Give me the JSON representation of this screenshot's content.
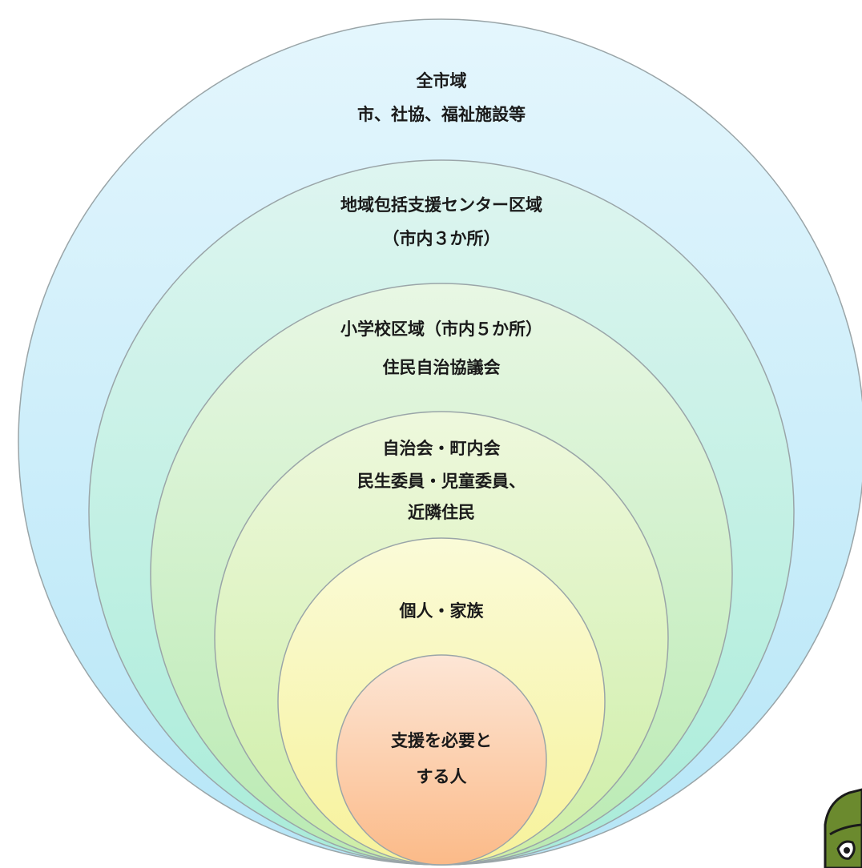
{
  "diagram": {
    "rings": [
      {
        "id": "city",
        "lines": [
          "全市域",
          "市、社協、福祉施設等"
        ]
      },
      {
        "id": "center-area",
        "lines": [
          "地域包括支援センター区域",
          "（市内３か所）"
        ]
      },
      {
        "id": "school-area",
        "lines": [
          "小学校区域（市内５か所）",
          "住民自治協議会"
        ]
      },
      {
        "id": "neighborhood",
        "lines": [
          "自治会・町内会",
          "民生委員・児童委員、",
          "近隣住民"
        ]
      },
      {
        "id": "family",
        "lines": [
          "個人・家族"
        ]
      },
      {
        "id": "person",
        "lines": [
          "支援を必要と",
          "する人"
        ]
      }
    ],
    "colors": {
      "city_top": "#e4f6fd",
      "city_bottom": "#b6e6f7",
      "center_top": "#def5f0",
      "center_bottom": "#a9ecd9",
      "school_top": "#e8f7e4",
      "school_bottom": "#b9eab2",
      "neighborhood_top": "#eef8dd",
      "neighborhood_bottom": "#cdeea6",
      "family_top": "#fafbd8",
      "family_bottom": "#f7f29b",
      "person_top": "#fde6d6",
      "person_bottom": "#fbba88",
      "outline": "#9aa5a8"
    }
  }
}
